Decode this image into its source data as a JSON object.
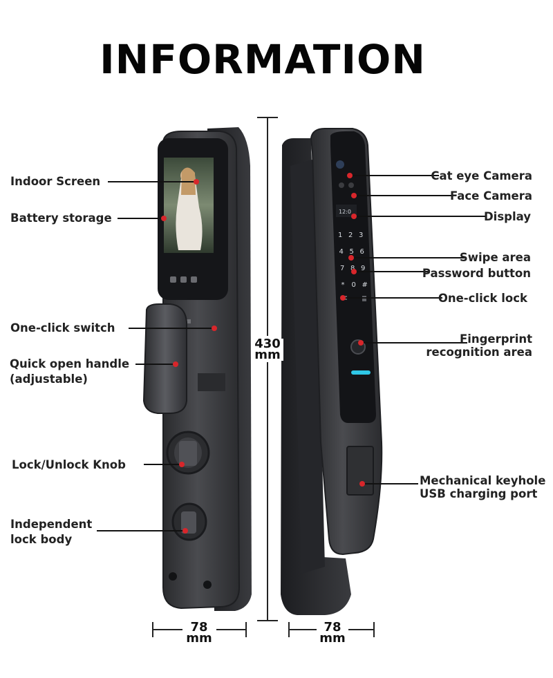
{
  "title": "INFORMATION",
  "left_labels": [
    "Indoor Screen",
    "Battery storage",
    "One-click switch",
    "Quick open handle",
    "(adjustable)",
    "Lock/Unlock Knob",
    "Independent",
    "lock body"
  ],
  "right_labels": [
    "Cat eye Camera",
    "Face Camera",
    "Display",
    "Swipe area",
    "Password button",
    "One-click lock",
    "Fingerprint",
    "recognition area",
    "Mechanical keyhole",
    "USB charging port"
  ],
  "dimensions": {
    "height_value": "430",
    "height_unit": "mm",
    "width_left_value": "78",
    "width_left_unit": "mm",
    "width_right_value": "78",
    "width_right_unit": "mm"
  },
  "keypad": [
    "1",
    "2",
    "3",
    "4",
    "5",
    "6",
    "7",
    "8",
    "9",
    "*",
    "0",
    "#"
  ],
  "screen_time": "12:0",
  "colors": {
    "lock_body": "#3a3b3e",
    "lock_edge": "#222326",
    "marker": "#d8262b",
    "indicator": "#2fc7e6"
  }
}
